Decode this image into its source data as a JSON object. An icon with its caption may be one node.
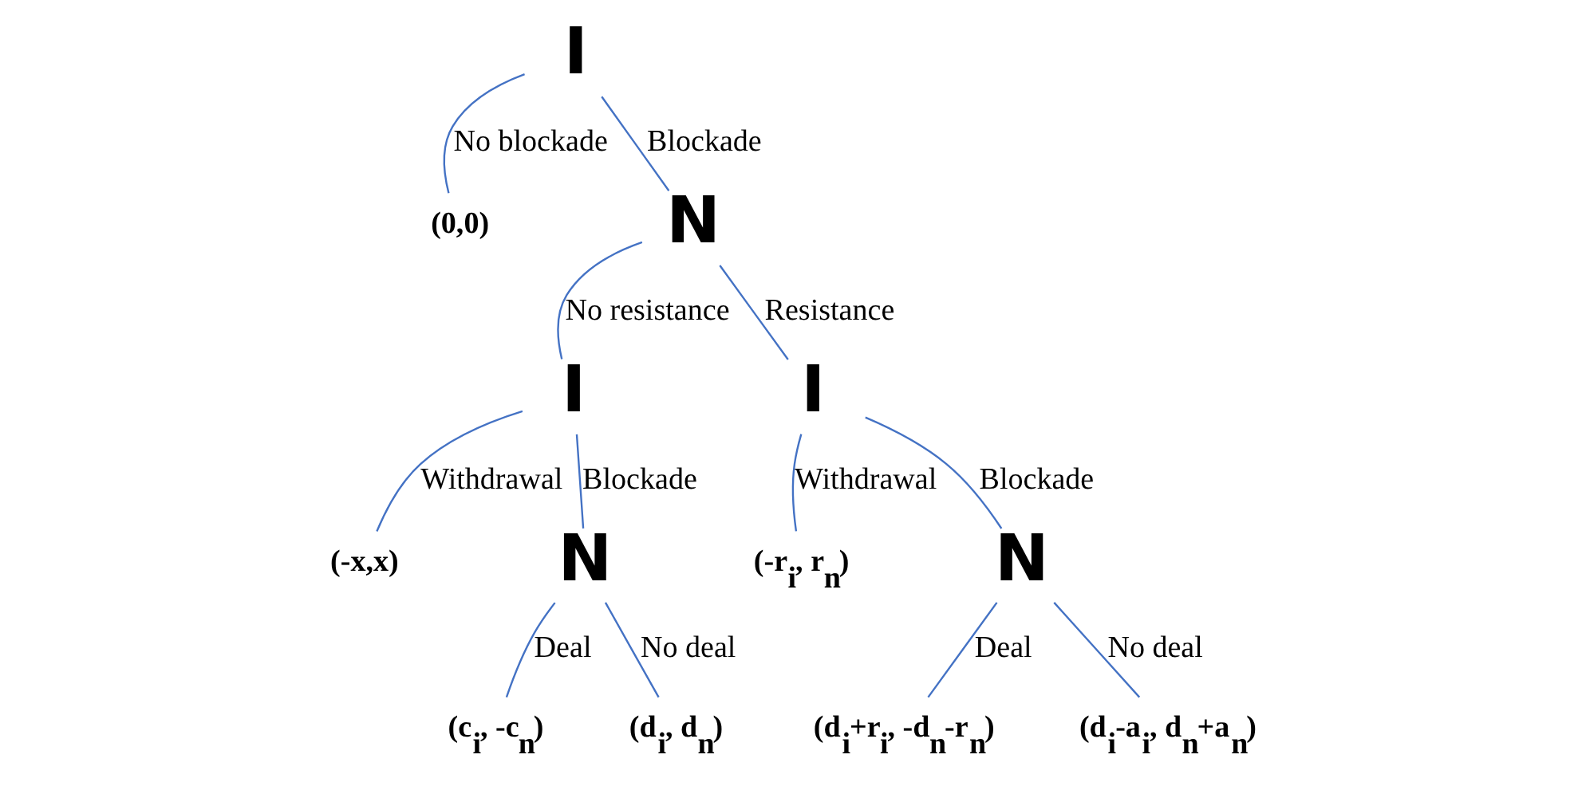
{
  "diagram": {
    "nodes": [
      {
        "text": [
          "I"
        ]
      },
      {
        "text": [
          "(0,0)"
        ]
      },
      {
        "text": [
          "N"
        ]
      },
      {
        "text": [
          "I"
        ]
      },
      {
        "text": [
          "I"
        ]
      },
      {
        "text": [
          "(-x,x)"
        ]
      },
      {
        "text": [
          "N"
        ]
      },
      {
        "text": [
          "(-r$_{i}$, r$_{n}$)"
        ]
      },
      {
        "text": [
          "N"
        ]
      },
      {
        "text": [
          "(c$_{i}$, -c$_{n}$)"
        ]
      },
      {
        "text": [
          "(d$_{i}$, d$_{n}$)"
        ]
      },
      {
        "text": [
          "(d$_{i}$+r$_{i}$, -d$_{n}$-r$_{n}$)"
        ]
      },
      {
        "text": [
          "(d$_{i}$-a$_{i}$, d$_{n}$+a$_{n}$)"
        ]
      }
    ],
    "edges": [
      {
        "from": 0,
        "to": 1,
        "arrow": "none",
        "label": "No blockade"
      },
      {
        "from": 0,
        "to": 2,
        "arrow": "none",
        "label": "Blockade"
      },
      {
        "from": 2,
        "to": 3,
        "arrow": "none",
        "label": "No resistance"
      },
      {
        "from": 2,
        "to": 4,
        "arrow": "none",
        "label": "Resistance"
      },
      {
        "from": 3,
        "to": 5,
        "arrow": "none",
        "label": "Withdrawal"
      },
      {
        "from": 3,
        "to": 6,
        "arrow": "none",
        "label": "Blockade"
      },
      {
        "from": 4,
        "to": 7,
        "arrow": "none",
        "label": "Withdrawal"
      },
      {
        "from": 4,
        "to": 8,
        "arrow": "none",
        "label": "Blockade"
      },
      {
        "from": 6,
        "to": 9,
        "arrow": "none",
        "label": "Deal"
      },
      {
        "from": 6,
        "to": 10,
        "arrow": "none",
        "label": "No deal"
      },
      {
        "from": 8,
        "to": 11,
        "arrow": "none",
        "label": "Deal"
      },
      {
        "from": 8,
        "to": 12,
        "arrow": "none",
        "label": "No deal"
      }
    ]
  }
}
